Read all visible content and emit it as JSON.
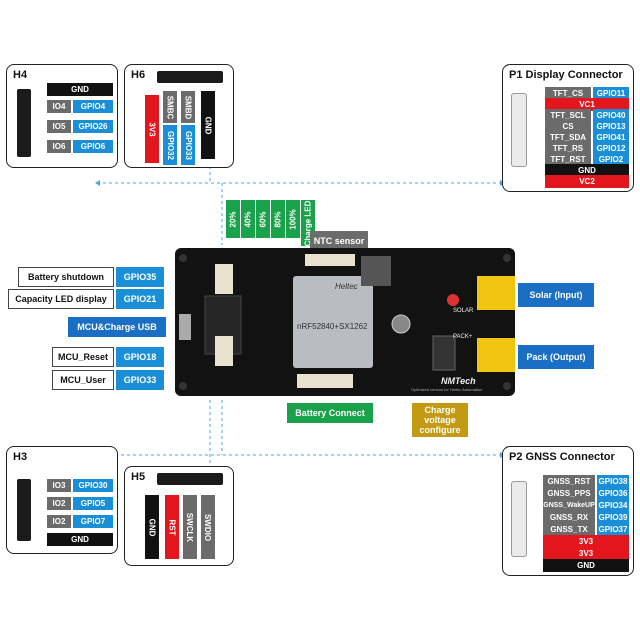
{
  "h4": {
    "title": "H4",
    "rows": [
      {
        "pin": "",
        "label": "GND"
      },
      {
        "pin": "IO4",
        "label": "GPIO4"
      },
      {
        "pin": "IO5",
        "label": "GPIO26"
      },
      {
        "pin": "IO6",
        "label": "GPIO6"
      }
    ]
  },
  "h6": {
    "title": "H6",
    "cols": [
      {
        "label": "3V3",
        "color": "red"
      },
      {
        "pin": "SMBC",
        "label": "GPIO32"
      },
      {
        "pin": "SMBD",
        "label": "GPIO33"
      },
      {
        "label": "GND",
        "color": "black"
      }
    ]
  },
  "p1": {
    "title": "P1  Display Connector",
    "rows": [
      {
        "pin": "TFT_CS",
        "label": "GPIO11"
      },
      {
        "pin": "",
        "label": "VC1"
      },
      {
        "pin": "TFT_SCL",
        "label": "GPIO40"
      },
      {
        "pin": "CS",
        "label": "GPIO13"
      },
      {
        "pin": "TFT_SDA",
        "label": "GPIO41"
      },
      {
        "pin": "TFT_RS",
        "label": "GPIO12"
      },
      {
        "pin": "TFT_RST",
        "label": "GPIO2"
      },
      {
        "pin": "",
        "label": "GND"
      },
      {
        "pin": "",
        "label": "VC2"
      }
    ]
  },
  "h3": {
    "title": "H3",
    "rows": [
      {
        "pin": "IO3",
        "label": "GPIO30"
      },
      {
        "pin": "IO2",
        "label": "GPIO5"
      },
      {
        "pin": "IO2",
        "label": "GPIO7"
      },
      {
        "pin": "",
        "label": "GND"
      }
    ]
  },
  "h5": {
    "title": "H5",
    "cols": [
      {
        "label": "GND",
        "color": "black"
      },
      {
        "label": "RST",
        "color": "red"
      },
      {
        "label": "SWCLK",
        "color": "grey"
      },
      {
        "label": "SWDIO",
        "color": "grey"
      }
    ]
  },
  "p2": {
    "title": "P2  GNSS Connector",
    "rows": [
      {
        "pin": "GNSS_RST",
        "label": "GPIO38"
      },
      {
        "pin": "GNSS_PPS",
        "label": "GPIO36"
      },
      {
        "pin": "GNSS_WakeUP",
        "label": "GPIO34"
      },
      {
        "pin": "GNSS_RX",
        "label": "GPIO39"
      },
      {
        "pin": "GNSS_TX",
        "label": "GPIO37"
      },
      {
        "pin": "",
        "label": "3V3"
      },
      {
        "pin": "",
        "label": "3V3"
      },
      {
        "pin": "",
        "label": "GND"
      }
    ]
  },
  "charge_led": {
    "title": "Charge LED",
    "levels": [
      "20%",
      "40%",
      "60%",
      "80%",
      "100%"
    ]
  },
  "callouts": {
    "ntc": "NTC sensor",
    "battery_shutdown": "Battery shutdown",
    "battery_shutdown_gpio": "GPIO35",
    "capacity_led": "Capacity LED display",
    "capacity_led_gpio": "GPIO21",
    "mcu_usb": "MCU&Charge USB",
    "mcu_reset": "MCU_Reset",
    "mcu_reset_gpio": "GPIO18",
    "mcu_user": "MCU_User",
    "mcu_user_gpio": "GPIO33",
    "solar": "Solar (Input)",
    "pack": "Pack (Output)",
    "battery_connect": "Battery Connect",
    "charge_voltage_1": "Charge",
    "charge_voltage_2": "voltage",
    "charge_voltage_3": "configure"
  },
  "board": {
    "module_line1": "nRF52840+SX1262",
    "module_brand": "Heltec",
    "brand": "NMTech",
    "tagline": "Optimized version for Heltec Automation",
    "solar_label": "SOLAR",
    "pack_label": "PACK+"
  },
  "colors": {
    "blue": "#1a8fd8",
    "red": "#e3161d",
    "green": "#19a24a",
    "gold": "#c39a13",
    "grey": "#6b6b6b",
    "black": "#111111",
    "connector_yellow": "#f1c40f"
  }
}
